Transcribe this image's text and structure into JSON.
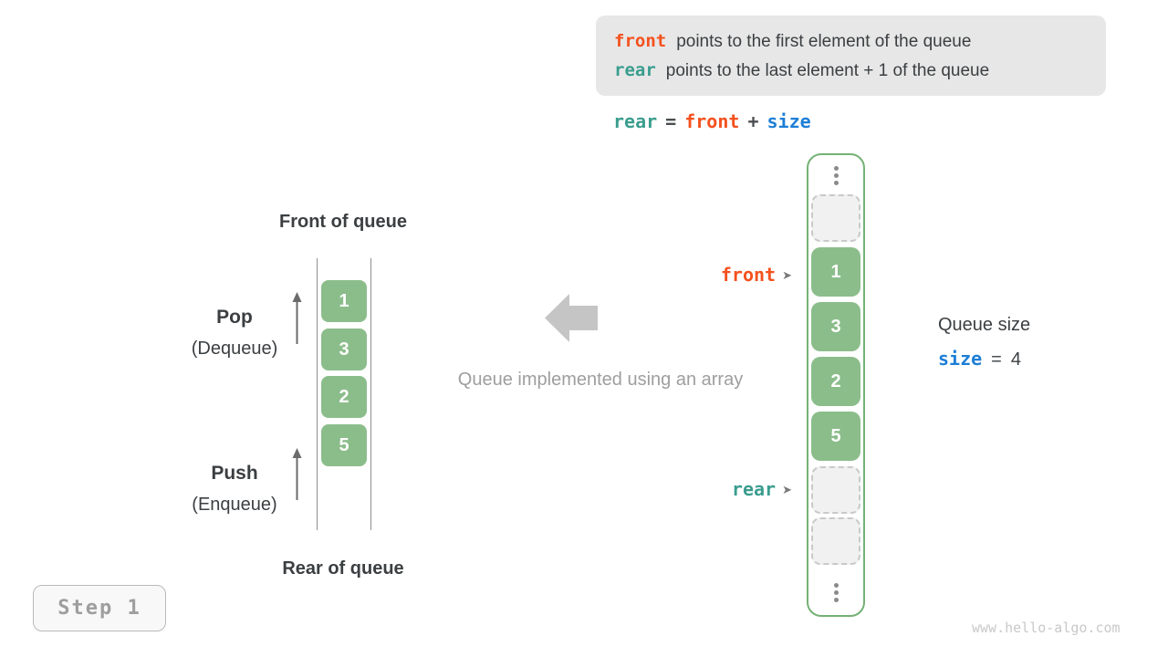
{
  "colors": {
    "orange": "#f4511e",
    "teal": "#3a9d8e",
    "blue": "#1c7ed6",
    "green": "#8bbd8b",
    "green-border": "#74b174"
  },
  "info_box": {
    "line1": {
      "code": "front",
      "text": "points to the first element of the queue"
    },
    "line2": {
      "code": "rear",
      "text": "points to the last element + 1 of the queue"
    }
  },
  "formula": {
    "rear": "rear",
    "eq": "=",
    "front": "front",
    "plus": "+",
    "size": "size"
  },
  "left_diagram": {
    "front_label": "Front of queue",
    "rear_label": "Rear of queue",
    "pop": {
      "title": "Pop",
      "subtitle": "(Dequeue)"
    },
    "push": {
      "title": "Push",
      "subtitle": "(Enqueue)"
    },
    "values": [
      "1",
      "3",
      "2",
      "5"
    ]
  },
  "center": {
    "caption": "Queue implemented using an array"
  },
  "right_diagram": {
    "front_pointer": "front",
    "rear_pointer": "rear",
    "pointer_arrow": "➤",
    "values": [
      "1",
      "3",
      "2",
      "5"
    ]
  },
  "queue_size": {
    "label": "Queue size",
    "var": "size",
    "eq": "=",
    "value": "4"
  },
  "step_badge": "Step 1",
  "watermark": "www.hello-algo.com"
}
